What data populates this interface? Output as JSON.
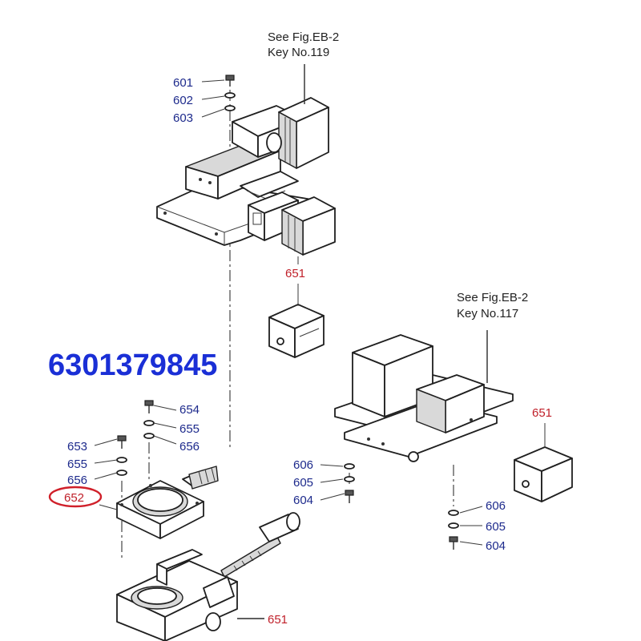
{
  "part_number": "6301379845",
  "references": {
    "upper_line1": "See Fig.EB-2",
    "upper_line2": "Key No.119",
    "right_line1": "See Fig.EB-2",
    "right_line2": "Key No.117"
  },
  "keys": {
    "k601": "601",
    "k602": "602",
    "k603": "603",
    "k651_top": "651",
    "k651_right": "651",
    "k651_bottom": "651",
    "k654": "654",
    "k655a": "655",
    "k656a": "656",
    "k653": "653",
    "k655b": "655",
    "k656b": "656",
    "k652": "652",
    "k606a": "606",
    "k605a": "605",
    "k604a": "604",
    "k606b": "606",
    "k605b": "605",
    "k604b": "604"
  },
  "colors": {
    "part_number": "#1a2fd6",
    "key_blue": "#1d2a8c",
    "key_red": "#c0202a",
    "highlight_ellipse": "#d0202a"
  }
}
